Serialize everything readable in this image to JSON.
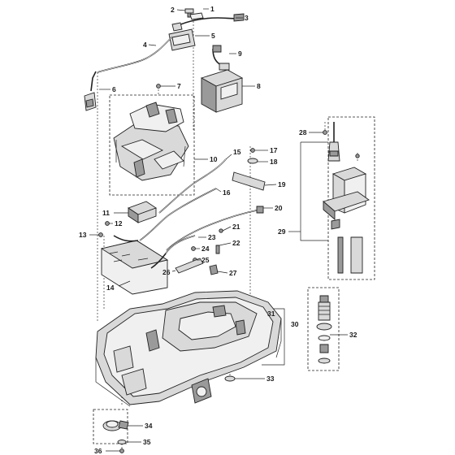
{
  "diagram": {
    "callouts": [
      "1",
      "2",
      "3",
      "4",
      "5",
      "6",
      "7",
      "8",
      "9",
      "10",
      "11",
      "12",
      "13",
      "14",
      "15",
      "16",
      "17",
      "18",
      "19",
      "20",
      "21",
      "22",
      "23",
      "24",
      "25",
      "26",
      "27",
      "28",
      "29",
      "30",
      "31",
      "32",
      "33",
      "34",
      "35",
      "36"
    ]
  }
}
